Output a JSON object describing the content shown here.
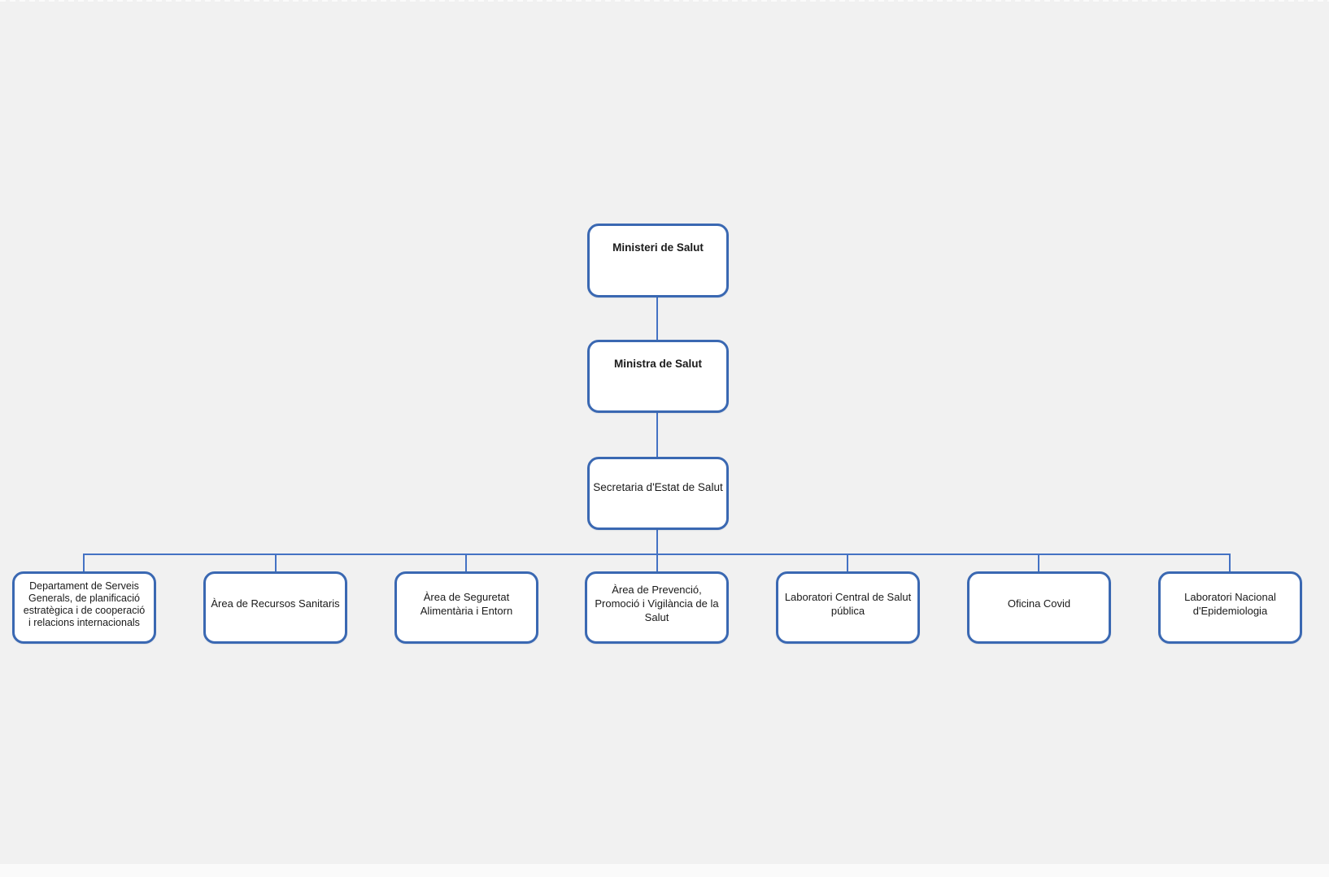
{
  "diagram": {
    "type": "org-chart",
    "language": "ca",
    "colors": {
      "background": "#F1F1F1",
      "box_fill": "#FFFFFF",
      "box_border": "#3A68B2",
      "connector": "#4472C4",
      "text": "#1A1A1A"
    },
    "nodes": {
      "ministeri": {
        "label": "Ministeri de Salut",
        "level": 1,
        "bold": true
      },
      "ministra": {
        "label": "Ministra de Salut",
        "level": 2,
        "bold": true
      },
      "secretaria": {
        "label": "Secretaria d'Estat de Salut",
        "level": 3,
        "bold": false
      },
      "departament": {
        "label": "Departament de Serveis\nGenerals, de planificació\nestratègica i de cooperació\ni relacions internacionals",
        "level": 4,
        "bold": false
      },
      "recursos": {
        "label": "Àrea de Recursos Sanitaris",
        "level": 4,
        "bold": false
      },
      "seguretat": {
        "label": "Àrea de Seguretat\nAlimentària i Entorn",
        "level": 4,
        "bold": false
      },
      "prevencio": {
        "label": "Àrea de Prevenció,\nPromoció i Vigilància de la\nSalut",
        "level": 4,
        "bold": false
      },
      "laboratori_central": {
        "label": "Laboratori Central de Salut\npública",
        "level": 4,
        "bold": false
      },
      "oficina": {
        "label": "Oficina Covid",
        "level": 4,
        "bold": false
      },
      "laboratori_nacional": {
        "label": "Laboratori Nacional\nd'Epidemiologia",
        "level": 4,
        "bold": false
      }
    },
    "hierarchy": [
      {
        "parent": "ministeri",
        "child": "ministra"
      },
      {
        "parent": "ministra",
        "child": "secretaria"
      },
      {
        "parent": "secretaria",
        "child": "departament"
      },
      {
        "parent": "secretaria",
        "child": "recursos"
      },
      {
        "parent": "secretaria",
        "child": "seguretat"
      },
      {
        "parent": "secretaria",
        "child": "prevencio"
      },
      {
        "parent": "secretaria",
        "child": "laboratori_central"
      },
      {
        "parent": "secretaria",
        "child": "oficina"
      },
      {
        "parent": "secretaria",
        "child": "laboratori_nacional"
      }
    ]
  }
}
